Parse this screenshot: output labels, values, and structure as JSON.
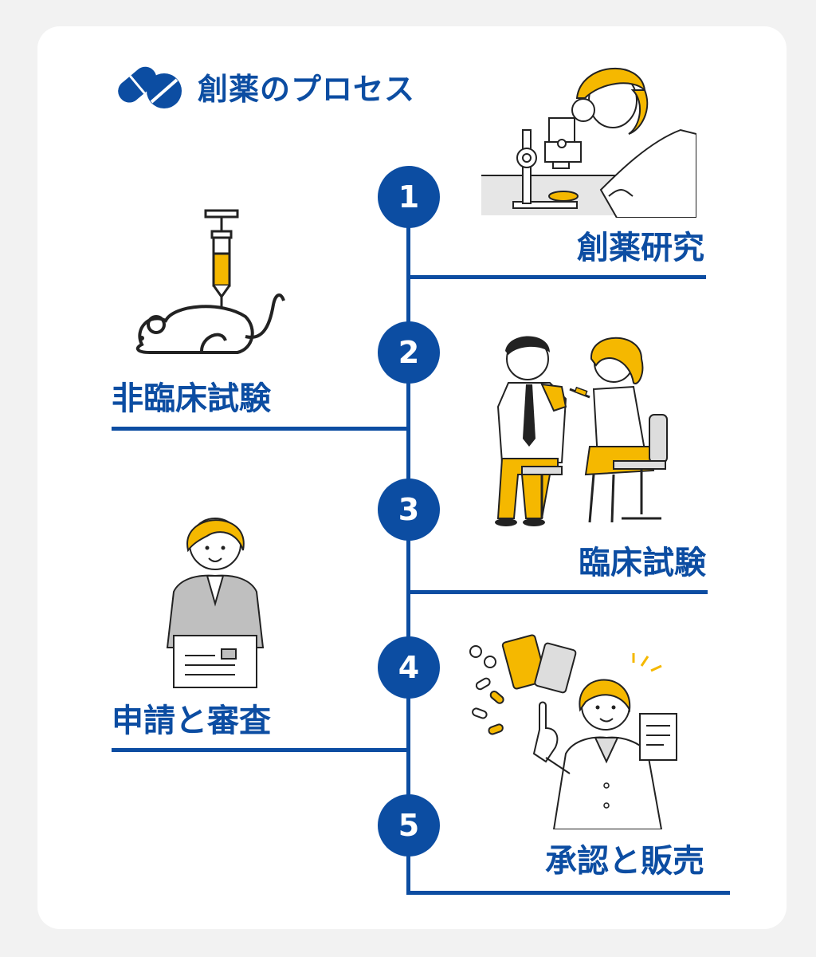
{
  "header": {
    "title": "創薬のプロセス",
    "icon": "capsule-pill-icon"
  },
  "colors": {
    "primary": "#0c4da2",
    "accent": "#f5b800",
    "background": "#f2f2f2",
    "card": "#ffffff"
  },
  "steps": [
    {
      "number": "1",
      "label": "創薬研究",
      "illustration": "scientist-microscope-icon"
    },
    {
      "number": "2",
      "label": "非臨床試験",
      "illustration": "mouse-syringe-icon"
    },
    {
      "number": "3",
      "label": "臨床試験",
      "illustration": "doctor-vaccinating-patient-icon"
    },
    {
      "number": "4",
      "label": "申請と審査",
      "illustration": "woman-holding-document-icon"
    },
    {
      "number": "5",
      "label": "承認と販売",
      "illustration": "pharmacist-with-medicine-icon"
    }
  ]
}
